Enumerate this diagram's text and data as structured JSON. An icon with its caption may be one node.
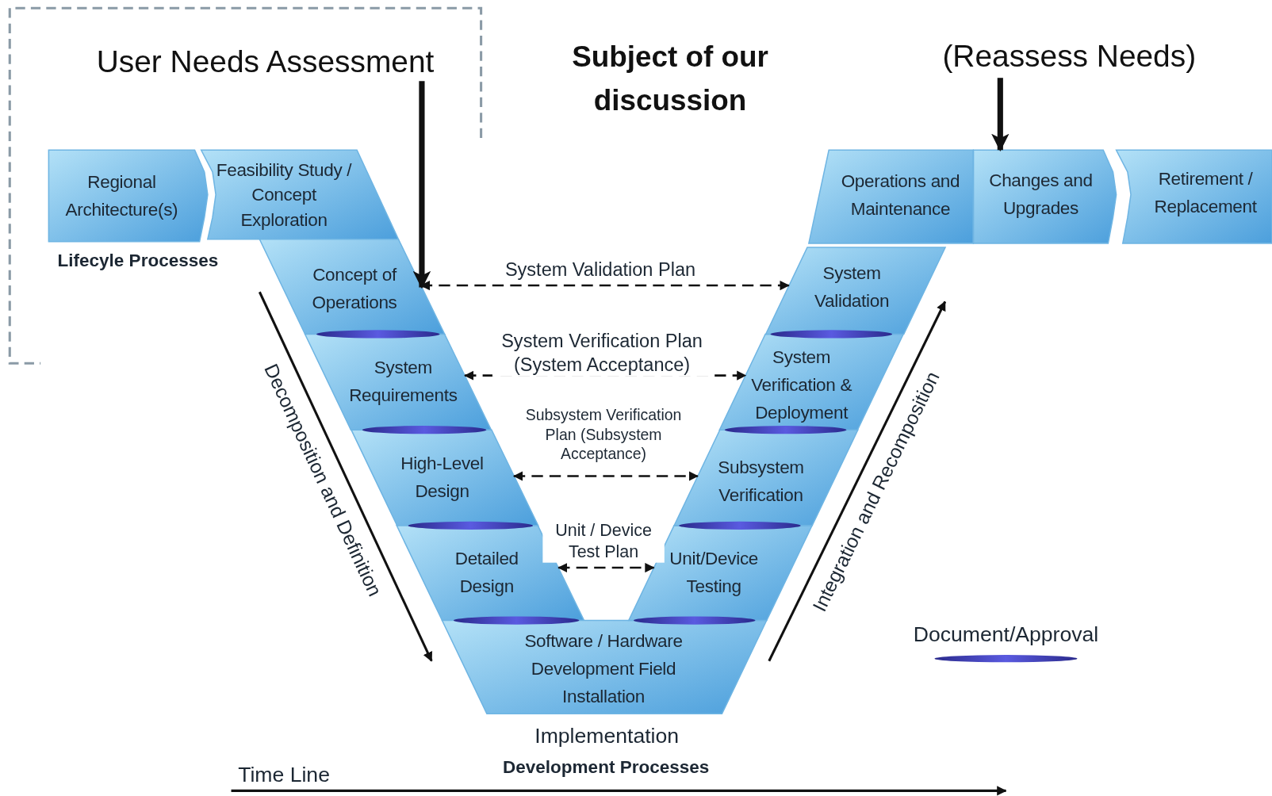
{
  "diagram": {
    "nodes": [
      {
        "text": [
          "User Needs Assessment"
        ]
      },
      {
        "text": [
          "Regional Architecture(s)"
        ]
      },
      {
        "text": [
          "Feasibility Study / Concept Exploration"
        ]
      },
      {
        "text": [
          "Concept of Operations"
        ]
      },
      {
        "text": [
          "System Requirements"
        ]
      },
      {
        "text": [
          "High-Level Design"
        ]
      },
      {
        "text": [
          "Detailed Design"
        ]
      },
      {
        "text": [
          "Software / Hardware Development Field Installation"
        ],
        "beside": [
          "Implementation"
        ]
      },
      {
        "text": [
          "Unit/Device Testing"
        ]
      },
      {
        "text": [
          "Subsystem Verification"
        ]
      },
      {
        "text": [
          "System Verification & Deployment"
        ]
      },
      {
        "text": [
          "System Validation"
        ]
      },
      {
        "text": [
          "Operations and Maintenance"
        ]
      },
      {
        "text": [
          "Changes and Upgrades"
        ]
      },
      {
        "text": [
          "Retirement / Replacement"
        ]
      },
      {
        "text": [
          "(Reassess Needs)"
        ]
      }
    ],
    "edges": [
      {
        "from": 0,
        "to": 3,
        "arrow": "to",
        "style": "thick"
      },
      {
        "from": 15,
        "to": 13,
        "arrow": "to",
        "style": "thick"
      },
      {
        "from": 3,
        "to": 11,
        "arrow": "both",
        "style": "dashed",
        "label": "System Validation Plan"
      },
      {
        "from": 4,
        "to": 10,
        "arrow": "both",
        "style": "dashed",
        "label": "System Verification Plan (System Acceptance)"
      },
      {
        "from": 5,
        "to": 9,
        "arrow": "both",
        "style": "dashed",
        "label": "Subsystem Verification Plan (Subsystem Acceptance)"
      },
      {
        "from": 6,
        "to": 8,
        "arrow": "both",
        "style": "dashed",
        "label": "Unit / Device Test Plan"
      }
    ],
    "labels": [
      "Subject of our discussion",
      "Lifecyle Processes",
      "Decomposition and Definition",
      "Integration and Recomposition",
      "Development Processes",
      "Time Line"
    ],
    "legend": [
      {
        "text": "Document/Approval"
      }
    ]
  }
}
